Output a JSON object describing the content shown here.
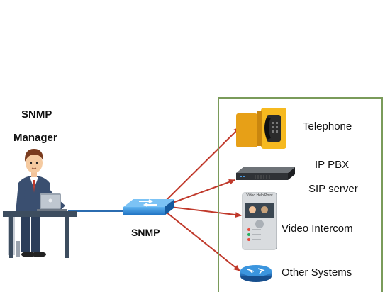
{
  "manager": {
    "line1": "SNMP",
    "line2": "Manager"
  },
  "switch": {
    "label": "SNMP"
  },
  "devices": [
    {
      "label": "Telephone"
    },
    {
      "label": "IP PBX"
    },
    {
      "label": "SIP server"
    },
    {
      "label": "Video Intercom"
    },
    {
      "label": "Other Systems"
    }
  ],
  "intercom_panel": {
    "header": "Video Help Point"
  },
  "colors": {
    "link_line": "#c0392b",
    "frame": "#7a9b5a",
    "phone": "#f0b020",
    "switch": "#2b7fd0"
  },
  "icons": [
    "manager-person-icon",
    "laptop-icon",
    "network-switch-icon",
    "telephone-icon",
    "rack-server-icon",
    "video-intercom-icon",
    "router-icon"
  ]
}
